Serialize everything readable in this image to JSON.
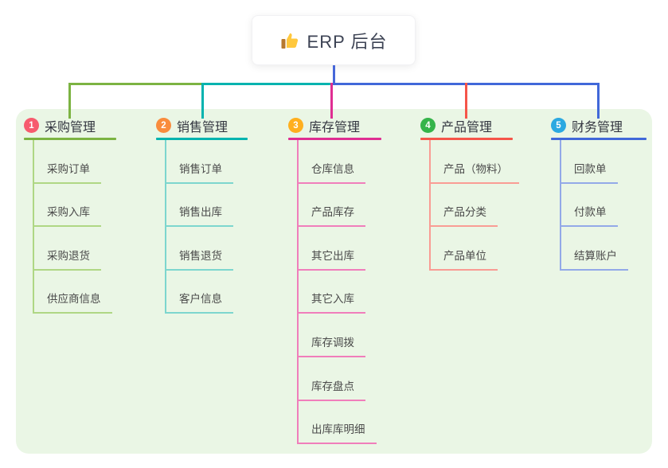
{
  "root": {
    "label": "ERP 后台",
    "icon": "thumbs-up"
  },
  "canvas": {
    "background": "#ffffff",
    "panel_background": "#eaf6e5",
    "root_connector_color": "#4667d9"
  },
  "branches": [
    {
      "number": "1",
      "label": "采购管理",
      "badge_color": "#f75b6e",
      "line_color": "#7cb342",
      "child_line_color": "#afd784",
      "children": [
        "采购订单",
        "采购入库",
        "采购退货",
        "供应商信息"
      ]
    },
    {
      "number": "2",
      "label": "销售管理",
      "badge_color": "#f98c3d",
      "line_color": "#00b3af",
      "child_line_color": "#7dd6ce",
      "children": [
        "销售订单",
        "销售出库",
        "销售退货",
        "客户信息"
      ]
    },
    {
      "number": "3",
      "label": "库存管理",
      "badge_color": "#ffaf1e",
      "line_color": "#df2e92",
      "child_line_color": "#f07ebb",
      "children": [
        "仓库信息",
        "产品库存",
        "其它出库",
        "其它入库",
        "库存调拨",
        "库存盘点",
        "出库库明细"
      ]
    },
    {
      "number": "4",
      "label": "产品管理",
      "badge_color": "#35b44a",
      "line_color": "#f5554a",
      "child_line_color": "#f99c94",
      "children": [
        "产品（物料）",
        "产品分类",
        "产品单位"
      ]
    },
    {
      "number": "5",
      "label": "财务管理",
      "badge_color": "#2ba9e1",
      "line_color": "#4168d9",
      "child_line_color": "#93a9e8",
      "children": [
        "回款单",
        "付款单",
        "结算账户"
      ]
    }
  ]
}
